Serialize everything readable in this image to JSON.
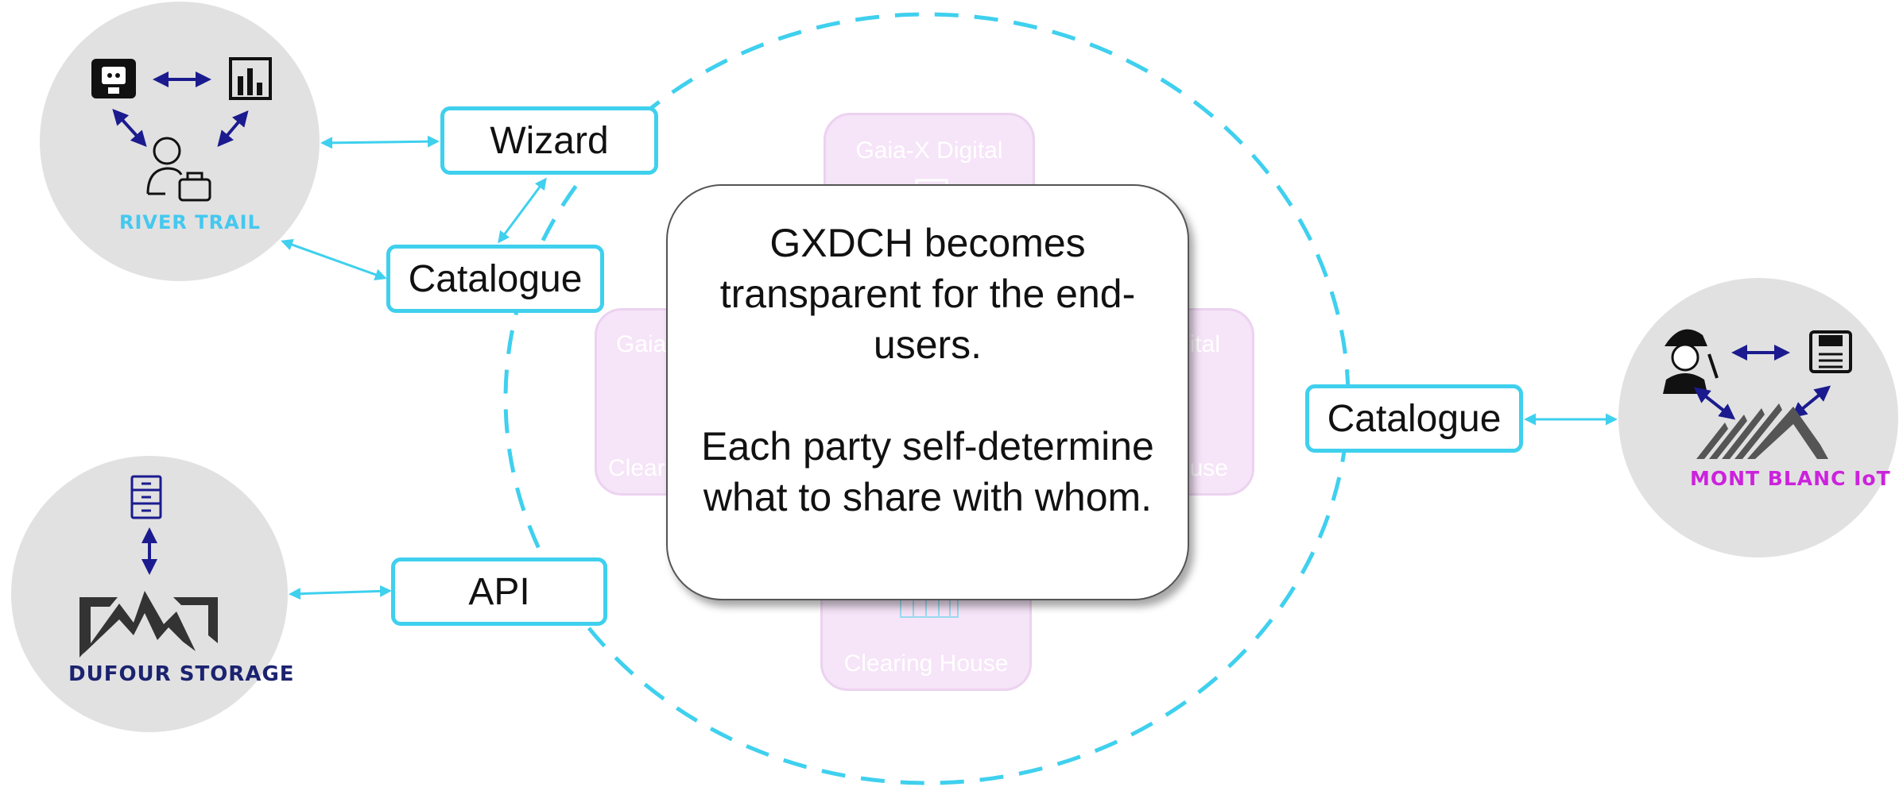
{
  "callout": {
    "line1": "GXDCH becomes transparent for the end-users.",
    "line2": "Each party self-determine what to share with whom."
  },
  "connectors": {
    "wizard": "Wizard",
    "catalogue_left": "Catalogue",
    "api": "API",
    "catalogue_right": "Catalogue"
  },
  "hub_nodes": {
    "top_label": "Gaia-X Digital",
    "left_label_top": "Gaia",
    "left_label_bottom": "Clear",
    "right_label_top": "ital",
    "right_label_bottom": "use",
    "bottom_label": "Clearing House"
  },
  "organizations": {
    "river_trail": "RIVER TRAIL",
    "dufour_storage": "DUFOUR STORAGE",
    "mont_blanc": "MONT BLANC IoT"
  },
  "colors": {
    "connector_border": "#3fd0ee",
    "arrow_light": "#3fd0ee",
    "arrow_dark": "#1b1b8f",
    "org_circle": "#e1e1e1",
    "hub_fill": "#f6e4f8",
    "river_trail_text": "#44c8ef",
    "dufour_text": "#1b2370",
    "mont_blanc_text": "#cc22dd"
  }
}
